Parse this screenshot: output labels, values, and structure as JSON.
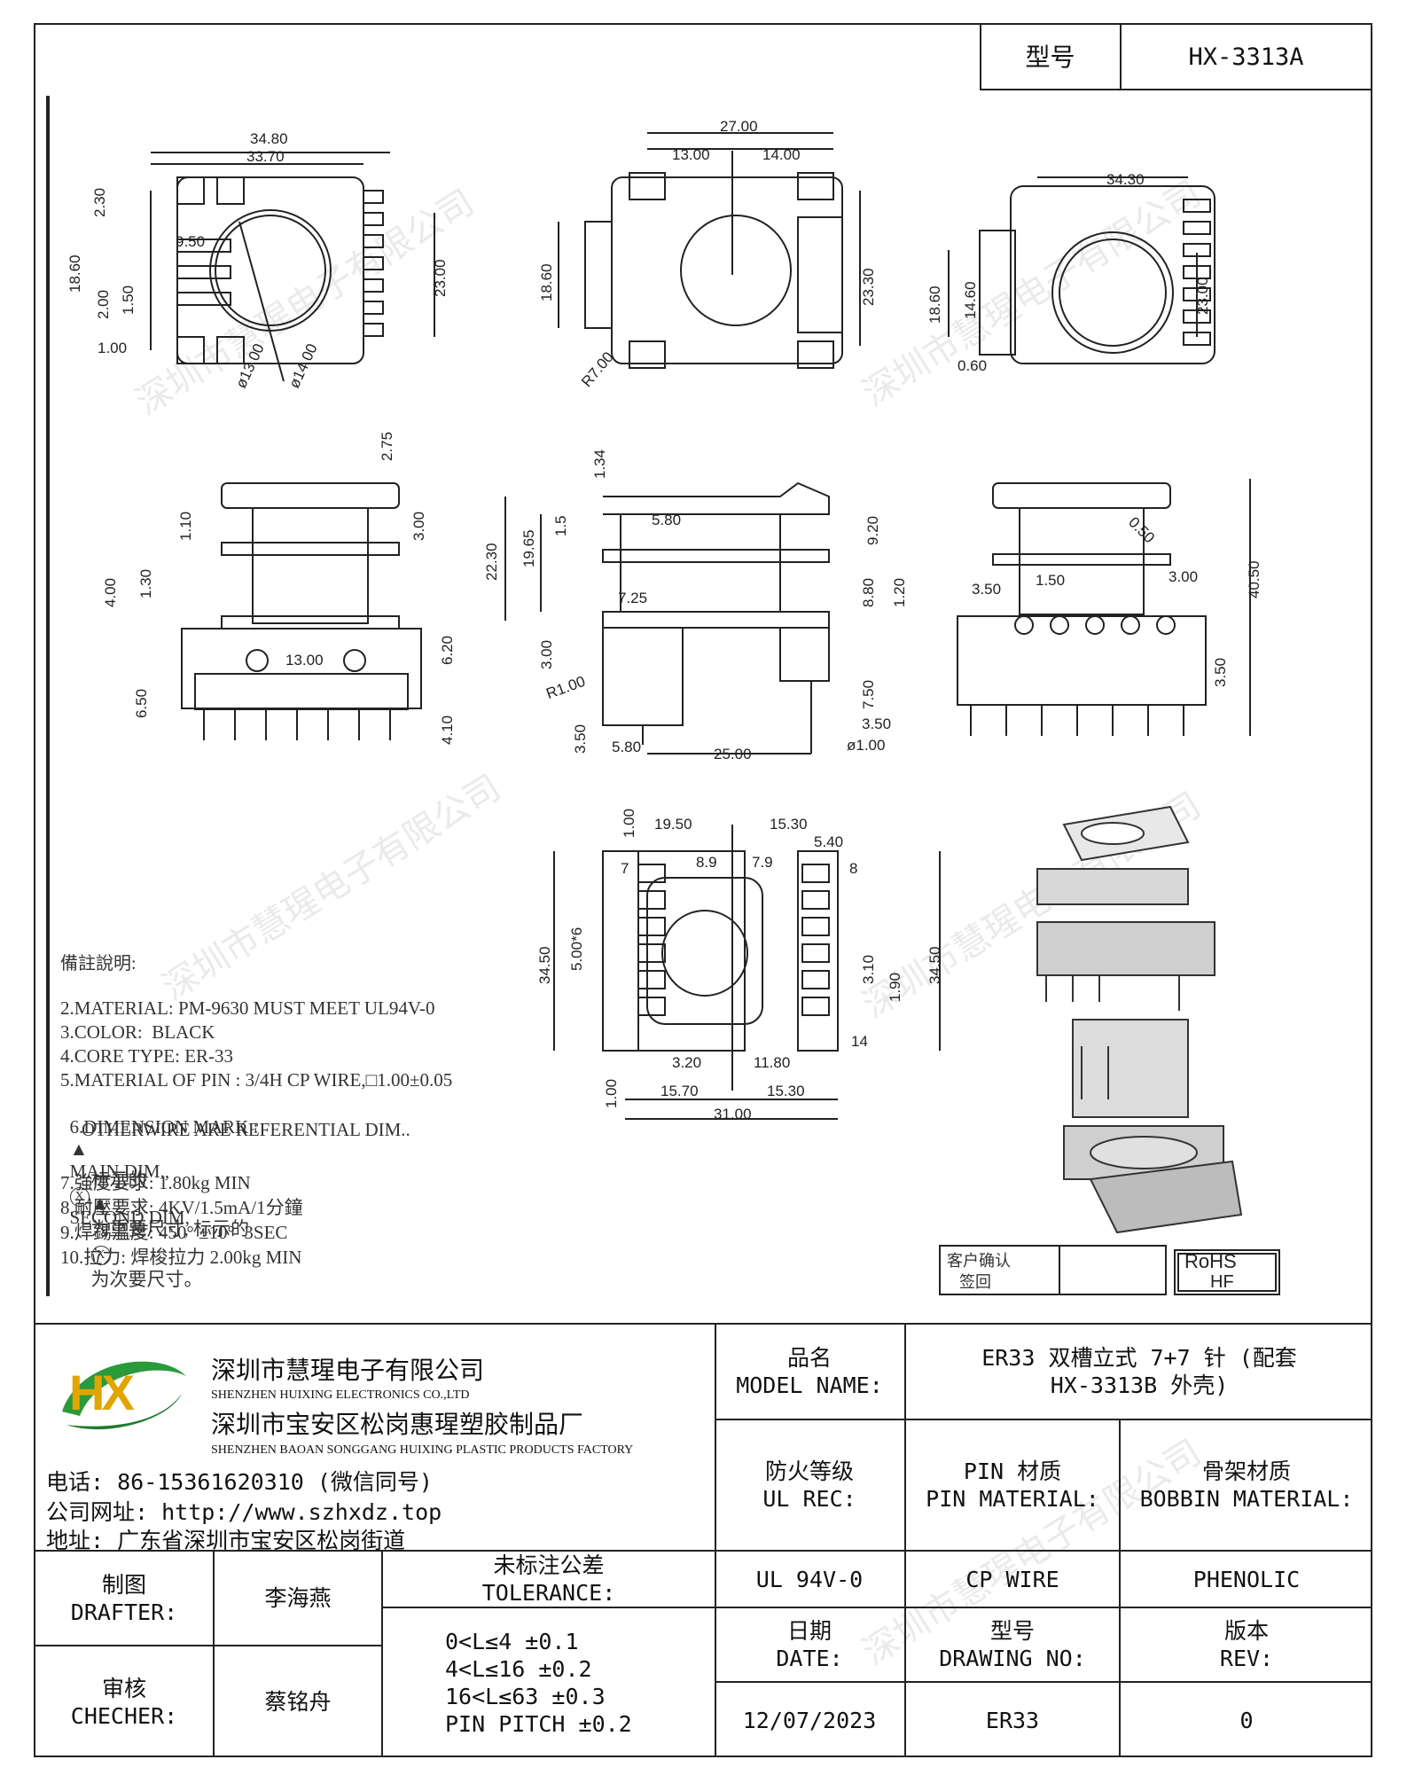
{
  "header": {
    "model_label": "型号",
    "model_value": "HX-3313A"
  },
  "watermark": "深圳市慧瑆电子有限公司",
  "dims": {
    "d1": "34.80",
    "d2": "33.70",
    "d3": "2.30",
    "d4": "18.60",
    "d5": "9.50",
    "d6": "2.00",
    "d7": "1.50",
    "d8": "1.00",
    "d9": "23.00",
    "d10": "ø13.00",
    "d11": "ø14.00",
    "e1": "27.00",
    "e2": "13.00",
    "e3": "14.00",
    "e4": "18.60",
    "e5": "23.30",
    "e6": "R7.00",
    "f1": "34.30",
    "f2": "18.60",
    "f3": "14.60",
    "f4": "23.00",
    "f5": "0.60",
    "g1": "2.75",
    "g2": "1.10",
    "g3": "3.00",
    "g4": "4.00",
    "g5": "1.30",
    "g6": "13.00",
    "g7": "6.20",
    "g8": "6.50",
    "g9": "4.10",
    "h1": "1.34",
    "h2": "5.80",
    "h3": "9.20",
    "h4": "22.30",
    "h5": "19.65",
    "h6": "1.5",
    "h7": "7.25",
    "h8": "8.80",
    "h9": "1.20",
    "h10": "3.00",
    "h11": "R1.00",
    "h12": "7.50",
    "h13": "3.50",
    "h14": "3.50",
    "h15": "5.80",
    "h16": "25.00",
    "h17": "ø1.00",
    "i1": "0.50",
    "i2": "1.50",
    "i3": "3.00",
    "i4": "3.50",
    "i5": "40.50",
    "i6": "3.50",
    "j1": "1.00",
    "j2": "19.50",
    "j3": "15.30",
    "j4": "5.40",
    "j5": "8.9",
    "j6": "7.9",
    "j7": "7",
    "j8": "8",
    "j9": "5.00*6",
    "j10": "34.50",
    "j11": "34.50",
    "j12": "3.10",
    "j13": "1.90",
    "j14": "14",
    "j15": "3.20",
    "j16": "11.80",
    "j17": "1.00",
    "j18": "15.70",
    "j19": "15.30",
    "j20": "31.00"
  },
  "notes": {
    "title": "備註說明:",
    "lines": [
      "2.MATERIAL: PM-9630 MUST MEET UL94V-0",
      "3.COLOR:  BLACK",
      "4.CORE TYPE: ER-33",
      "5.MATERIAL OF PIN : 3/4H CP WIRE,□1.00±0.05",
      "6.DIMENSION MARK :",
      "OTHERWIRE ARE REFERENTIAL DIM..",
      "标示的",
      "7.強度要求: 1.80kg MIN",
      "8.耐壓要求: 4KV/1.5mA/1分鐘",
      "9.焊錫溫度: 450° ±10°  3SEC",
      "10.拉力: 焊梭拉力 2.00kg MIN"
    ],
    "main_dim": "MAIN DIM.,",
    "second_dim": "SECOND DIM,",
    "x_mark": "X",
    "cn_important": "为重要尺寸, 标示的",
    "cn_secondary": "为次要尺寸。"
  },
  "stamps": {
    "customer_1": "客户确认",
    "customer_2": "签回",
    "rohs": "RoHS",
    "hf": "HF"
  },
  "company": {
    "logo": "HX",
    "name_cn": "深圳市慧瑆电子有限公司",
    "name_en": "SHENZHEN HUIXING ELECTRONICS CO.,LTD",
    "factory_cn": "深圳市宝安区松岗惠瑆塑胶制品厂",
    "factory_en": "SHENZHEN BAOAN SONGGANG HUIXING PLASTIC PRODUCTS FACTORY",
    "phone": "电话: 86-15361620310 (微信同号)",
    "website": "公司网址: http://www.szhxdz.top",
    "address": "地址: 广东省深圳市宝安区松岗街道"
  },
  "title_block": {
    "model_name_cn": "品名",
    "model_name_en": "MODEL NAME:",
    "model_name_v1": "ER33 双槽立式 7+7 针 (配套",
    "model_name_v2": "HX-3313B 外壳)",
    "ul_cn": "防火等级",
    "ul_en": "UL REC:",
    "pin_cn": "PIN 材质",
    "pin_en": "PIN MATERIAL:",
    "bobbin_cn": "骨架材质",
    "bobbin_en": "BOBBIN MATERIAL:",
    "ul_v": "UL 94V-0",
    "pin_v": "CP WIRE",
    "bobbin_v": "PHENOLIC",
    "drafter_cn": "制图",
    "drafter_en": "DRAFTER:",
    "drafter_v": "李海燕",
    "checker_cn": "审核",
    "checker_en": "CHECHER:",
    "checker_v": "蔡铭舟",
    "tol_cn": "未标注公差",
    "tol_en": "TOLERANCE:",
    "tol1": "0<L≤4  ±0.1",
    "tol2": "4<L≤16 ±0.2",
    "tol3": "16<L≤63 ±0.3",
    "tol4": "PIN PITCH ±0.2",
    "date_cn": "日期",
    "date_en": "DATE:",
    "dwg_cn": "型号",
    "dwg_en": "DRAWING NO:",
    "rev_cn": "版本",
    "rev_en": "REV:",
    "date_v": "12/07/2023",
    "dwg_v": "ER33",
    "rev_v": "0"
  }
}
